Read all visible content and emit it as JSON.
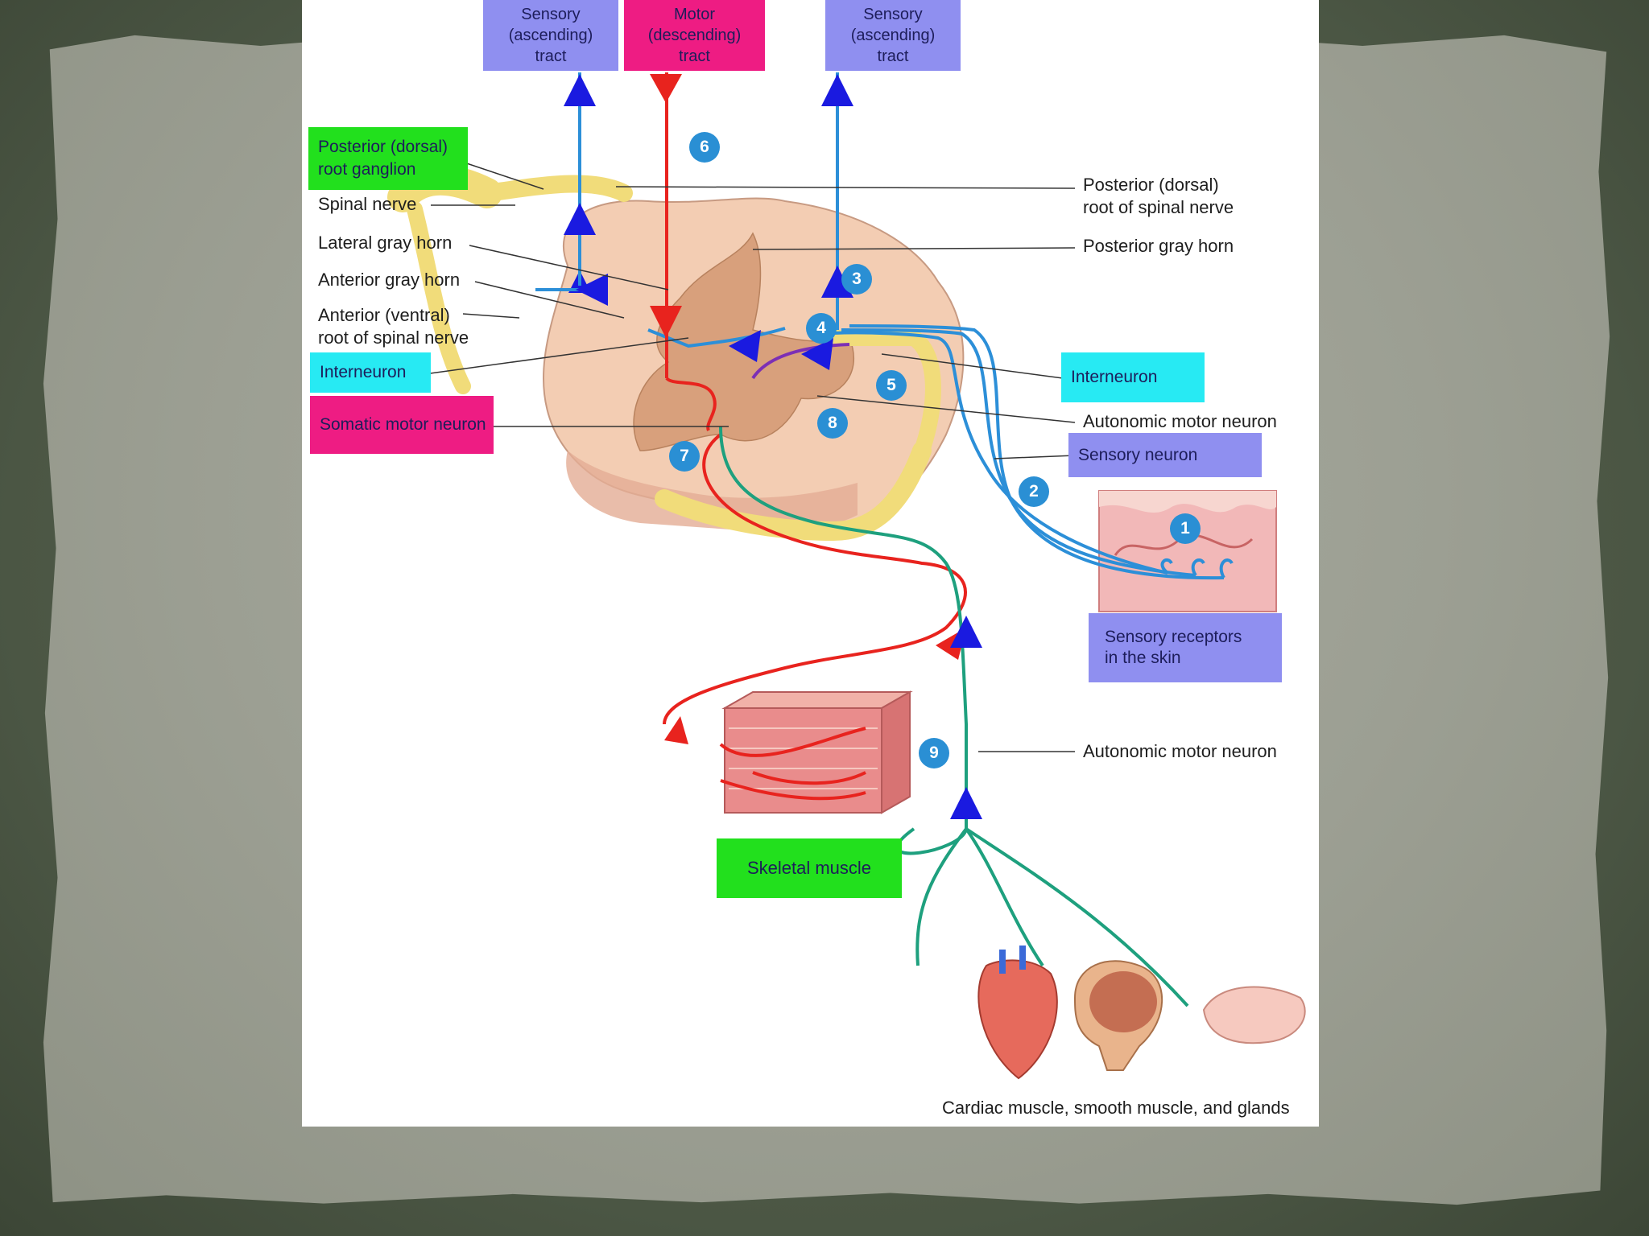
{
  "colors": {
    "sensory_box": "#8f8ff0",
    "motor_box": "#ee1c83",
    "green_box": "#22e01d",
    "cyan_box": "#27eaf3",
    "sensory_path": "#2c8fd8",
    "motor_path": "#e8231e",
    "autonomic_path": "#1ea07e",
    "interneuron_path": "#7c2fb5",
    "arrow": "#1a1ae0"
  },
  "boxes": {
    "sensory_tract_left": "Sensory\n(ascending)\ntract",
    "motor_tract": "Motor\n(descending)\ntract",
    "sensory_tract_right": "Sensory\n(ascending)\ntract",
    "posterior_root_ganglion": "Posterior (dorsal)\nroot ganglion",
    "interneuron_left": "Interneuron",
    "somatic_motor_neuron": "Somatic motor neuron",
    "interneuron_right": "Interneuron",
    "sensory_neuron": "Sensory neuron",
    "sensory_receptors": "Sensory receptors\nin the skin",
    "skeletal_muscle": "Skeletal muscle"
  },
  "labels": {
    "spinal_nerve": "Spinal nerve",
    "lateral_gray_horn": "Lateral gray horn",
    "anterior_gray_horn": "Anterior gray horn",
    "anterior_root": "Anterior (ventral)\nroot of spinal nerve",
    "posterior_root": "Posterior (dorsal)\nroot of spinal nerve",
    "posterior_gray_horn": "Posterior gray horn",
    "autonomic_motor_neuron_top": "Autonomic motor neuron",
    "autonomic_motor_neuron_bottom": "Autonomic motor neuron",
    "effectors_caption": "Cardiac muscle, smooth muscle, and glands"
  },
  "numbers": [
    "1",
    "2",
    "3",
    "4",
    "5",
    "6",
    "7",
    "8",
    "9"
  ]
}
